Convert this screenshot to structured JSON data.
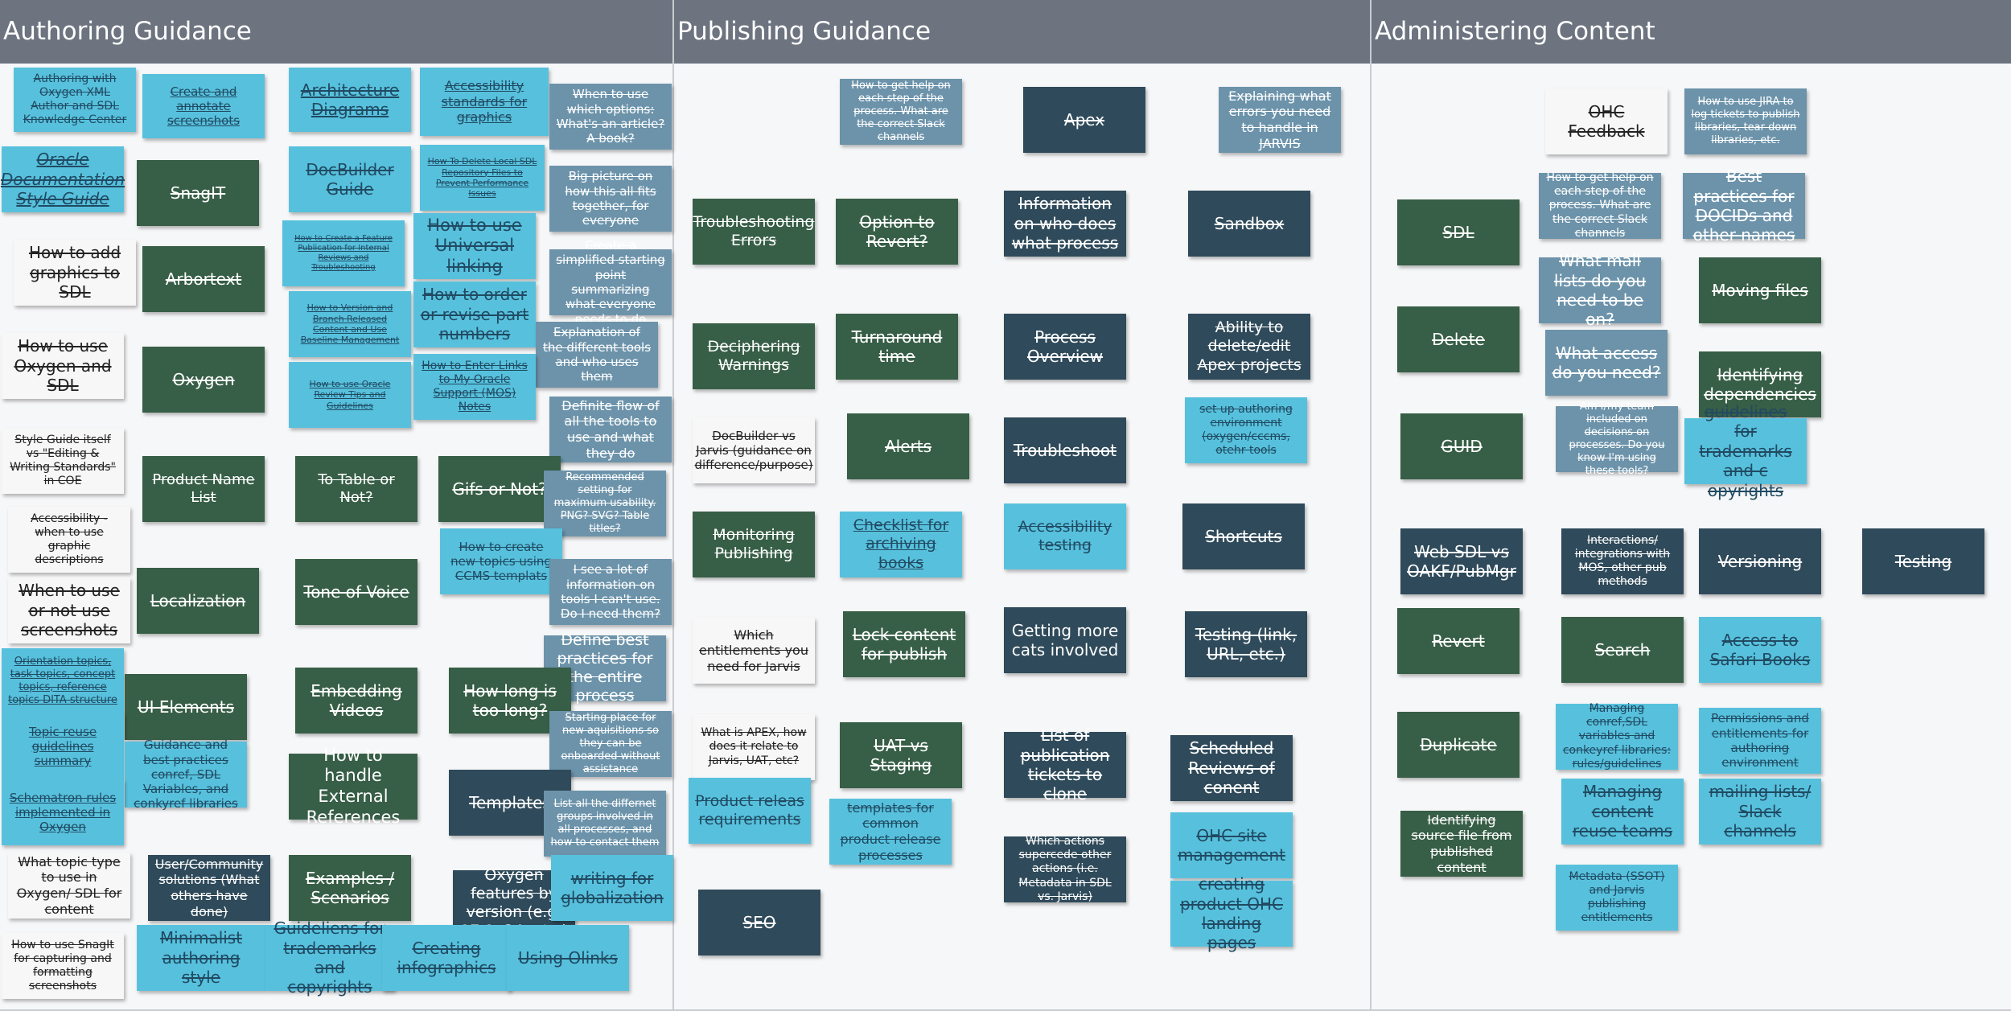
{
  "columns": [
    {
      "title": "Authoring Guidance"
    },
    {
      "title": "Publishing Guidance"
    },
    {
      "title": "Administering Content"
    }
  ],
  "notes": [
    {
      "text": "Authoring with Oxygen XML Author and SDL Knowledge Center",
      "style": "cy"
    },
    {
      "text": "Create and annotate screenshots",
      "style": "cy"
    },
    {
      "text": "Architecture Diagrams",
      "style": "cy"
    },
    {
      "text": "Accessibility standards for graphics",
      "style": "cy"
    },
    {
      "text": "When to use which options: What's an article? A book?",
      "style": "gb"
    },
    {
      "text": "Oracle Documentation Style Guide",
      "style": "cy"
    },
    {
      "text": "SnagIT",
      "style": "dg"
    },
    {
      "text": "DocBuilder Guide",
      "style": "cy"
    },
    {
      "text": "How To Delete Local SDL Repository Files to Prevent Performance Issues",
      "style": "cy"
    },
    {
      "text": "Big picture on how this all fits together, for everyone",
      "style": "gb"
    },
    {
      "text": "How to Create a Feature Publication for Internal Reviews and Troubleshooting",
      "style": "cy"
    },
    {
      "text": "How to use Universal linking",
      "style": "cy"
    },
    {
      "text": "Create a simplified starting point summarizing what everyone needs to do",
      "style": "gb"
    },
    {
      "text": "How to add graphics to SDL",
      "style": "wh"
    },
    {
      "text": "Arbortext",
      "style": "dg"
    },
    {
      "text": "How to Version and Branch Released Content and Use Baseline Management",
      "style": "cy"
    },
    {
      "text": "How to order or revise part numbers",
      "style": "cy"
    },
    {
      "text": "Explanation of the different tools and who uses them",
      "style": "gb"
    },
    {
      "text": "How to use Oxygen and SDL",
      "style": "wh"
    },
    {
      "text": "Oxygen",
      "style": "dg"
    },
    {
      "text": "How to use Oracle Review Tips and Guidelines",
      "style": "cy"
    },
    {
      "text": "How to Enter Links to My Oracle Support (MOS) Notes",
      "style": "cy"
    },
    {
      "text": "Definite flow of all the tools to use and what they do",
      "style": "gb"
    },
    {
      "text": "Style Guide itself vs \"Editing & Writing Standards\" in COE",
      "style": "wh"
    },
    {
      "text": "Product Name List",
      "style": "dg"
    },
    {
      "text": "To Table or Not?",
      "style": "dg"
    },
    {
      "text": "Gifs or Not?",
      "style": "dg"
    },
    {
      "text": "Recommended setting for maximum usability. PNG? SVG? Table titles?",
      "style": "gb"
    },
    {
      "text": "Accessibility - when to use graphic descriptions",
      "style": "wh"
    },
    {
      "text": "How to create new topics using CCMS templats",
      "style": "cy"
    },
    {
      "text": "I see a lot of information on tools I can't use. Do I need them?",
      "style": "gb"
    },
    {
      "text": "When to use or not use screenshots",
      "style": "wh"
    },
    {
      "text": "Localization",
      "style": "dg"
    },
    {
      "text": "Tone of Voice",
      "style": "dg"
    },
    {
      "text": "Define best practices for the entire process",
      "style": "gb"
    },
    {
      "text": "Orientation topics, task topics, concept topics, reference topics DITA structure",
      "style": "cy"
    },
    {
      "text": "UI Elements",
      "style": "dg"
    },
    {
      "text": "Embedding Videos",
      "style": "dg"
    },
    {
      "text": "How long is too long?",
      "style": "dg"
    },
    {
      "text": "Starting place for new aquisitions so they can be onboarded without assistance",
      "style": "gb"
    },
    {
      "text": "Topic reuse guidelines summary",
      "style": "cy"
    },
    {
      "text": "Guidance and best practices conref, SDL Variables, and conkyref libraries",
      "style": "cy"
    },
    {
      "text": "How to handle External References",
      "style": "dg"
    },
    {
      "text": "Templates",
      "style": "dt"
    },
    {
      "text": "List all the differnet groups involved in all processes, and how to contact them",
      "style": "gb"
    },
    {
      "text": "Schematron rules implemented in Oxygen",
      "style": "cy"
    },
    {
      "text": "What topic type to use in Oxygen/ SDL for content",
      "style": "wh"
    },
    {
      "text": "User/Community solutions (What others have done)",
      "style": "dt"
    },
    {
      "text": "Examples / Scenarios",
      "style": "dg"
    },
    {
      "text": "Oxygen features by version (e.g. 17.1, 24, etc.)",
      "style": "dt"
    },
    {
      "text": "writing for globalization",
      "style": "cy"
    },
    {
      "text": "How to use SnagIt for capturing and formatting screenshots",
      "style": "wh"
    },
    {
      "text": "Minimalist authoring style",
      "style": "cy"
    },
    {
      "text": "Guideliens for trademarks and copyrights",
      "style": "cy"
    },
    {
      "text": "Creating infographics",
      "style": "cy"
    },
    {
      "text": "Using Olinks",
      "style": "cy"
    },
    {
      "text": "How to get help on each step of the process. What are the correct Slack channels",
      "style": "gb"
    },
    {
      "text": "Apex",
      "style": "dt"
    },
    {
      "text": "Explaining what errors you need to handle in JARVIS",
      "style": "gb"
    },
    {
      "text": "Troubleshooting Errors",
      "style": "dg"
    },
    {
      "text": "Option to Revert?",
      "style": "dg"
    },
    {
      "text": "Information on who does what process",
      "style": "dt"
    },
    {
      "text": "Sandbox",
      "style": "dt"
    },
    {
      "text": "Deciphering Warnings",
      "style": "dg"
    },
    {
      "text": "Turnaround time",
      "style": "dg"
    },
    {
      "text": "Process Overview",
      "style": "dt"
    },
    {
      "text": "Ability to delete/edit Apex projects",
      "style": "dt"
    },
    {
      "text": "set up authoring environment (oxygen/cccms, otehr tools",
      "style": "cy"
    },
    {
      "text": "DocBuilder vs Jarvis (guidance on difference/purpose)",
      "style": "wh"
    },
    {
      "text": "Alerts",
      "style": "dg"
    },
    {
      "text": "Troubleshoot",
      "style": "dt"
    },
    {
      "text": "Monitoring Publishing",
      "style": "dg"
    },
    {
      "text": "Checklist for archiving books",
      "style": "cy"
    },
    {
      "text": "Accessibility testing",
      "style": "cy"
    },
    {
      "text": "Shortcuts",
      "style": "dt"
    },
    {
      "text": "Which entitlements you need for Jarvis",
      "style": "wh"
    },
    {
      "text": "Lock content for publish",
      "style": "dg"
    },
    {
      "text": "Getting more cats involved",
      "style": "dt"
    },
    {
      "text": "Testing (link, URL, etc.)",
      "style": "dt"
    },
    {
      "text": "What is APEX, how does it relate to Jarvis, UAT, etc?",
      "style": "wh"
    },
    {
      "text": "UAT vs Staging",
      "style": "dg"
    },
    {
      "text": "List of publication tickets to clone",
      "style": "dt"
    },
    {
      "text": "Scheduled Reviews of conent",
      "style": "dt"
    },
    {
      "text": "Product releas requirements",
      "style": "cy"
    },
    {
      "text": "templates for common product release processes",
      "style": "cy"
    },
    {
      "text": "OHC site management",
      "style": "cy"
    },
    {
      "text": "Which actions supercede other actions (i.e. Metadata in SDL vs. Jarvis)",
      "style": "dt"
    },
    {
      "text": "SEO",
      "style": "dt"
    },
    {
      "text": "creating product OHC landing pages",
      "style": "cy"
    },
    {
      "text": "OHC Feedback",
      "style": "wh"
    },
    {
      "text": "How to use JIRA to log tickets to publish libraries, tear down libraries, etc.",
      "style": "gb"
    },
    {
      "text": "SDL",
      "style": "dg"
    },
    {
      "text": "How to get help on each step of the process. What are the correct Slack channels",
      "style": "gb"
    },
    {
      "text": "Best practices for DOCIDs and other names",
      "style": "gb"
    },
    {
      "text": "What mail lists do you need to be on?",
      "style": "gb"
    },
    {
      "text": "Moving files",
      "style": "dg"
    },
    {
      "text": "Delete",
      "style": "dg"
    },
    {
      "text": "What access do you need?",
      "style": "gb"
    },
    {
      "text": "Identifying dependencies",
      "style": "dg"
    },
    {
      "text": "GUID",
      "style": "dg"
    },
    {
      "text": "Am I/my team included on decisions on processes. Do you know I'm using these tools?",
      "style": "gb"
    },
    {
      "text": "guidelines for trademarks and c opyrights",
      "style": "cy"
    },
    {
      "text": "Web SDL vs OAKF/PubMgr",
      "style": "dt"
    },
    {
      "text": "Interactions/ integrations with MOS, other pub methods",
      "style": "dt"
    },
    {
      "text": "Versioning",
      "style": "dt"
    },
    {
      "text": "Testing",
      "style": "dt"
    },
    {
      "text": "Revert",
      "style": "dg"
    },
    {
      "text": "Search",
      "style": "dg"
    },
    {
      "text": "Access to Safari Books",
      "style": "cy"
    },
    {
      "text": "Duplicate",
      "style": "dg"
    },
    {
      "text": "Managing conref,SDL variables and conkeyref libraries: rules/guidelines",
      "style": "cy"
    },
    {
      "text": "Permissions and entitlements for authoring environment",
      "style": "cy"
    },
    {
      "text": "Managing content reuse teams",
      "style": "cy"
    },
    {
      "text": "mailing lists/ Slack channels",
      "style": "cy"
    },
    {
      "text": "Identifying source file from published content",
      "style": "dg"
    },
    {
      "text": "Metadata (SSOT) and Jarvis publishing entitlements",
      "style": "cy"
    }
  ]
}
